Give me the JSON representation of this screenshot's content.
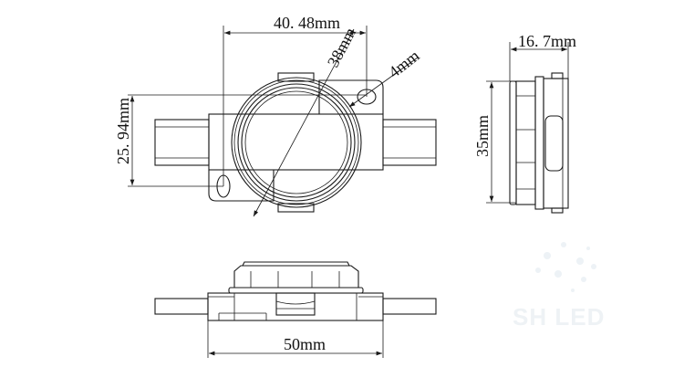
{
  "dimensions": {
    "top_width": "40. 48mm",
    "top_height": "25. 94mm",
    "lens_diameter": "38mm",
    "hole_size": "4mm",
    "side_depth": "16. 7mm",
    "side_height": "35mm",
    "bottom_length": "50mm"
  },
  "watermark": {
    "text": "SH LED",
    "color": "#eef2f5"
  },
  "colors": {
    "line": "#1a1a1a",
    "background": "#ffffff"
  }
}
